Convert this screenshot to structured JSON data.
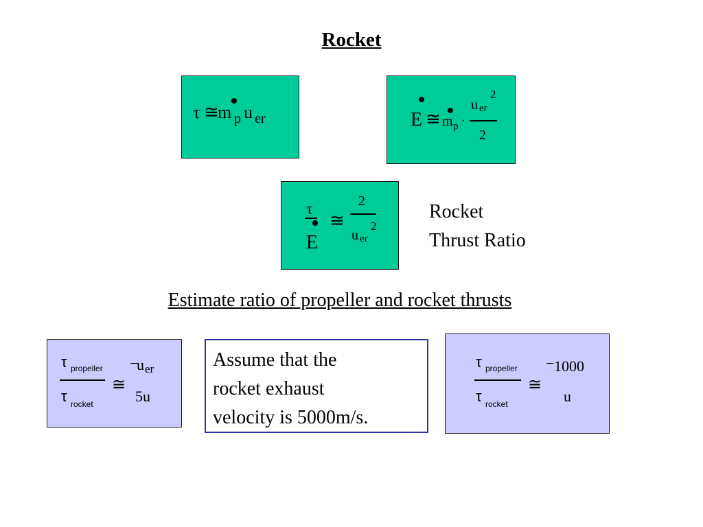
{
  "title": "Rocket",
  "eq1": {
    "tau": "τ",
    "approx": "≅",
    "m": "m",
    "p": "p",
    "u": "u",
    "er": "er"
  },
  "eq2": {
    "E": "E",
    "approx": "≅",
    "m": "m",
    "p": "p",
    "cdot": "·",
    "u": "u",
    "er": "er",
    "sq": "2",
    "den": "2"
  },
  "eq3": {
    "tau": "τ",
    "E": "E",
    "approx": "≅",
    "num": "2",
    "u": "u",
    "er": "er",
    "sq": "2"
  },
  "ratio_label": {
    "line1": "Rocket",
    "line2": "Thrust Ratio"
  },
  "heading2": "Estimate ratio of propeller and rocket thrusts",
  "eq4": {
    "tau": "τ",
    "prop": "propeller",
    "rocket": "rocket",
    "approx": "≅",
    "minus": "−",
    "u": "u",
    "er": "er",
    "den": "5u"
  },
  "assume": {
    "line1": "Assume that the",
    "line2": "rocket exhaust",
    "line3": "velocity is 5000m/s."
  },
  "eq5": {
    "tau": "τ",
    "prop": "propeller",
    "rocket": "rocket",
    "approx": "≅",
    "minus": "−",
    "num": "1000",
    "den": "u"
  }
}
